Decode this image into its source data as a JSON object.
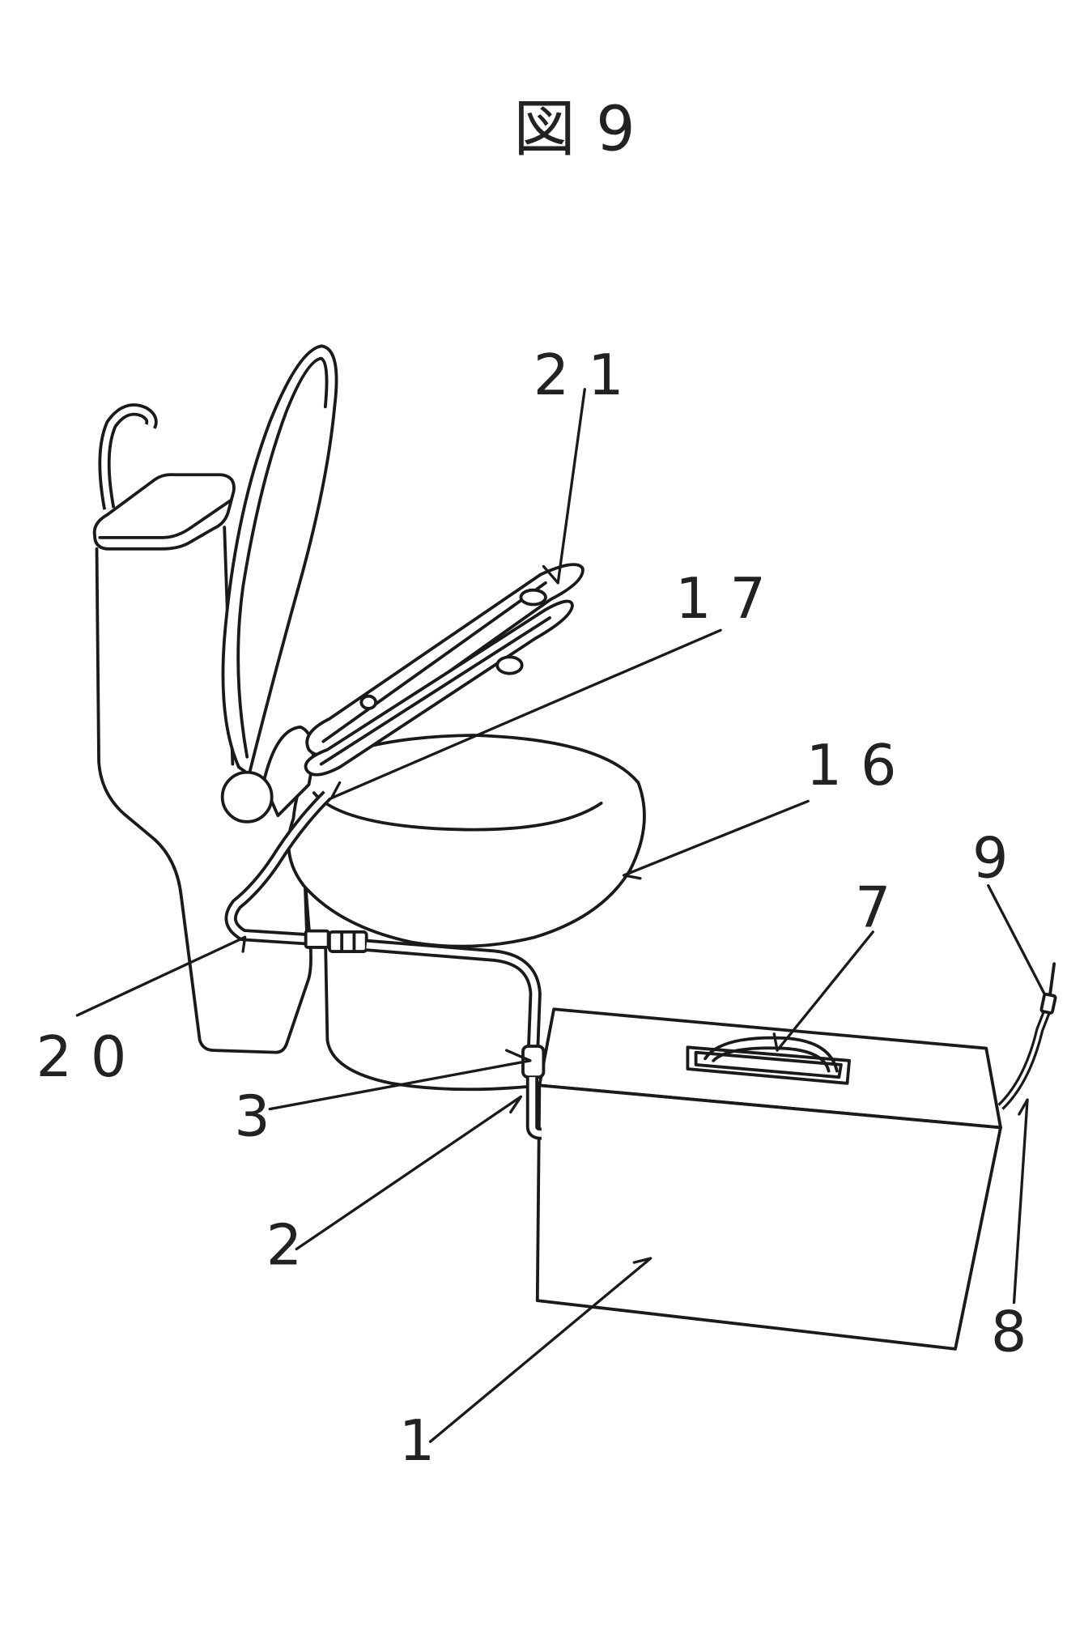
{
  "figure": {
    "title": "図9"
  },
  "labels": {
    "l21": "21",
    "l17": "17",
    "l16": "16",
    "l9": "9",
    "l7": "7",
    "l20": "20",
    "l3": "3",
    "l2": "2",
    "l8": "8",
    "l1": "1"
  }
}
